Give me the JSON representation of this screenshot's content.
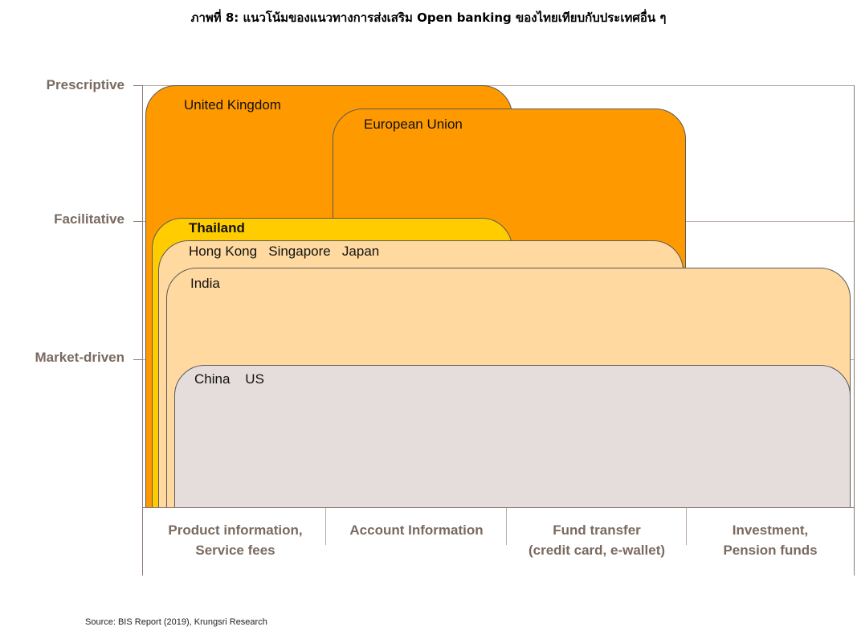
{
  "title": "ภาพที่ 8: แนวโน้มของแนวทางการส่งเสริม Open banking ของไทยเทียบกับประเทศอื่น ๆ",
  "y_levels": [
    "Prescriptive",
    "Facilitative",
    "Market-driven"
  ],
  "x_categories": [
    {
      "line1": "Product information,",
      "line2": "Service fees"
    },
    {
      "line1": "Account Information",
      "line2": ""
    },
    {
      "line1": "Fund transfer",
      "line2": "(credit card, e-wallet)"
    },
    {
      "line1": "Investment,",
      "line2": "Pension funds"
    }
  ],
  "groups": {
    "uk": "United Kingdom",
    "eu": "European Union",
    "thailand": "Thailand",
    "hk_sg_jp": "Hong Kong   Singapore   Japan",
    "india": "India",
    "china_us": "China    US"
  },
  "colors": {
    "dark_orange": "#ff9900",
    "yellow": "#ffcc00",
    "light_peach": "#ffd9a0",
    "grey_pink": "#e5dcdc",
    "axis_text": "#7a6a60"
  },
  "source": "Source: BIS Report (2019), Krungsri Research"
}
